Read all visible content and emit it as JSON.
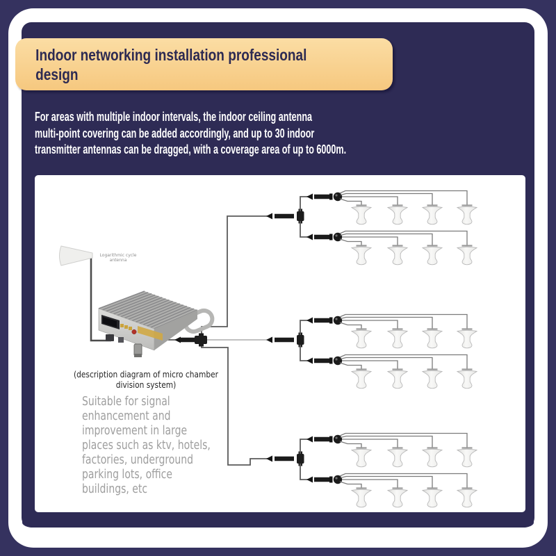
{
  "colors": {
    "background_navy": "#35325f",
    "card_navy": "#2e2b55",
    "banner_orange": "#f8cf90",
    "panel_white": "#ffffff",
    "gray_text": "#9e9e9e"
  },
  "banner": {
    "title": "Indoor networking installation professional\ndesign"
  },
  "intro": {
    "text": "For areas with multiple indoor intervals, the indoor ceiling antenna\nmulti-point covering can be added accordingly, and up to 30 indoor\ntransmitter antennas can be dragged, with a coverage area of up to 6000m."
  },
  "diagram": {
    "outdoor_antenna_label": "Logarithmic cycle\nantenna",
    "caption": "(description diagram of micro chamber\ndivision system)",
    "suitable_text": "Suitable for signal\nenhancement and\nimprovement in large\nplaces such as ktv, hotels,\nfactories, underground\nparking lots, office\nbuildings, etc",
    "structure": {
      "groups": 3,
      "rows_per_group": 2,
      "antennas_per_row": 4,
      "total_ceiling_antennas": 24
    }
  }
}
